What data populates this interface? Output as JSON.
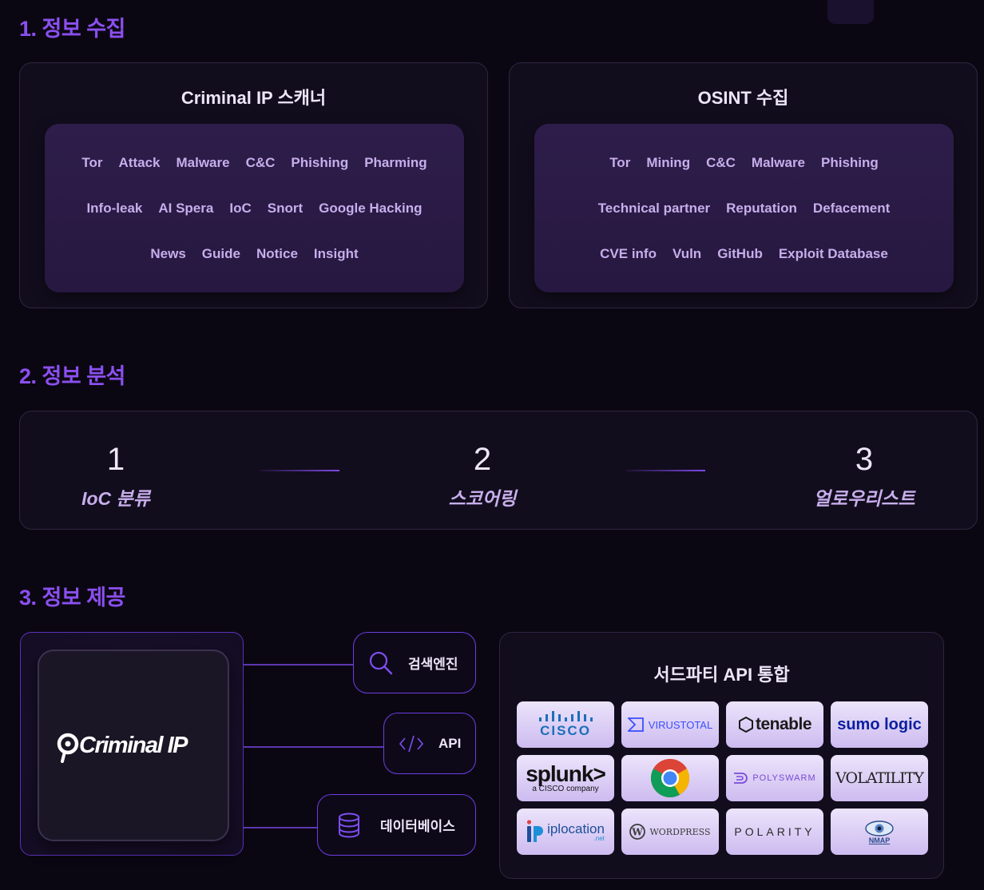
{
  "sections": {
    "collect_title": "1. 정보 수집",
    "analysis_title": "2. 정보 분석",
    "provide_title": "3. 정보 제공"
  },
  "scanner": {
    "title": "Criminal IP 스캐너",
    "rows": [
      [
        "Tor",
        "Attack",
        "Malware",
        "C&C",
        "Phishing",
        "Pharming"
      ],
      [
        "Info-leak",
        "AI Spera",
        "IoC",
        "Snort",
        "Google Hacking"
      ],
      [
        "News",
        "Guide",
        "Notice",
        "Insight"
      ]
    ]
  },
  "osint": {
    "title": "OSINT 수집",
    "rows": [
      [
        "Tor",
        "Mining",
        "C&C",
        "Malware",
        "Phishing"
      ],
      [
        "Technical partner",
        "Reputation",
        "Defacement"
      ],
      [
        "CVE info",
        "Vuln",
        "GitHub",
        "Exploit Database"
      ]
    ]
  },
  "steps": [
    {
      "num": "1",
      "label": "IoC 분류"
    },
    {
      "num": "2",
      "label": "스코어링"
    },
    {
      "num": "3",
      "label": "얼로우리스트"
    }
  ],
  "provide": {
    "logo_text": "Criminal IP",
    "outputs": [
      {
        "label": "검색엔진",
        "icon": "search-icon"
      },
      {
        "label": "API",
        "icon": "code-icon"
      },
      {
        "label": "데이터베이스",
        "icon": "database-icon"
      }
    ]
  },
  "third_party": {
    "title": "서드파티 API 통합",
    "tiles": [
      {
        "text": "CISCO",
        "color": "#1b6fb8"
      },
      {
        "text": "VIRUSTOTAL",
        "color": "#394eff"
      },
      {
        "text": "tenable",
        "color": "#1b1b1b"
      },
      {
        "text": "sumo logic",
        "color": "#0b1fa0"
      },
      {
        "text": "splunk>",
        "sub": "a CISCO company",
        "color": "#111111"
      },
      {
        "text": "",
        "icon": "chrome-icon"
      },
      {
        "text": "POLYSWARM",
        "color": "#7a4bd6"
      },
      {
        "text": "VOLATILITY",
        "color": "#222222"
      },
      {
        "text": "iplocation",
        "sub": ".net",
        "color": "#1d4f9a"
      },
      {
        "text": "WORDPRESS",
        "color": "#3c3c3c"
      },
      {
        "text": "POLARITY",
        "color": "#2a2a2a"
      },
      {
        "text": "NMAP",
        "color": "#2a4b8a"
      }
    ]
  }
}
